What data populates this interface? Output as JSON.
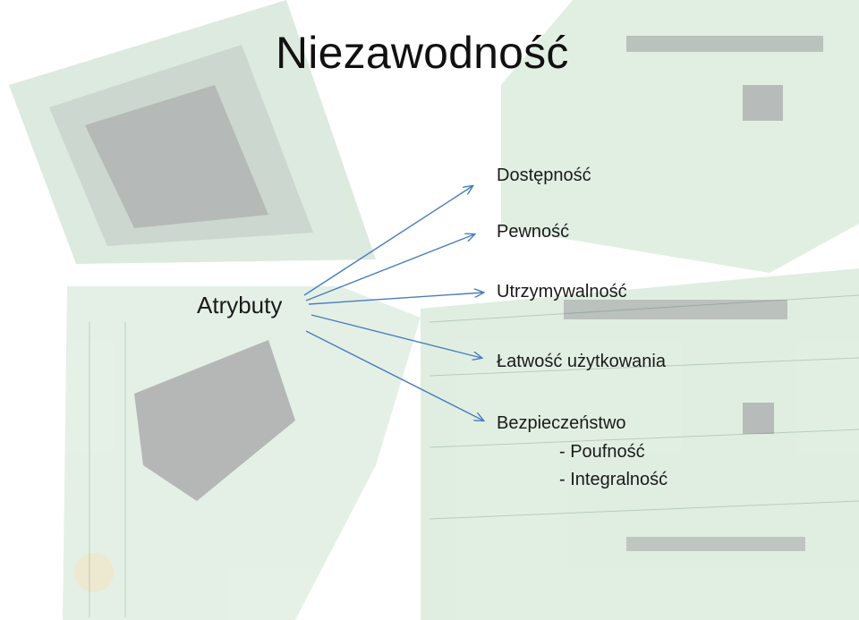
{
  "slide": {
    "title": "Niezawodność",
    "root_label": "Atrybuty",
    "attributes": [
      "Dostępność",
      "Pewność",
      "Utrzymywalność",
      "Łatwość użytkowania",
      "Bezpieczeństwo"
    ],
    "security_subitems": [
      "- Poufność",
      "- Integralność"
    ]
  },
  "colors": {
    "arrow": "#4a7ebb",
    "board_green": "#7fb08a",
    "text": "#1a1a1a"
  },
  "background": {
    "description_icon": "circuit-board-photo"
  }
}
